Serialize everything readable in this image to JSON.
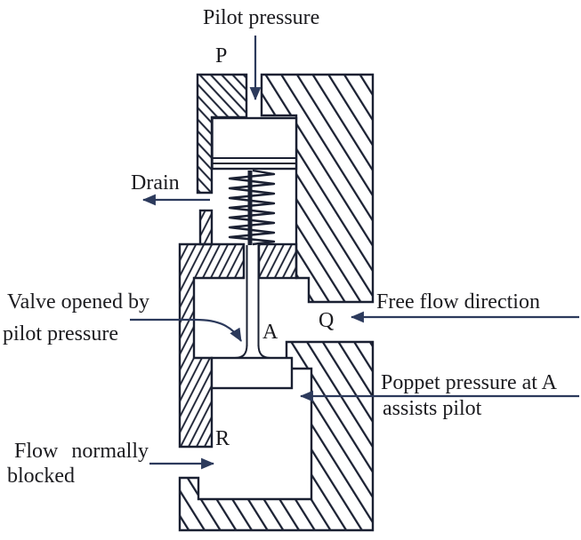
{
  "diagram": {
    "labels": {
      "pilot_pressure": "Pilot pressure",
      "port_p": "P",
      "drain": "Drain",
      "valve_opened_line1": "Valve opened by",
      "valve_opened_line2": "pilot pressure",
      "port_a": "A",
      "port_q": "Q",
      "free_flow": "Free flow direction",
      "poppet_pressure_line1": "Poppet pressure at A",
      "poppet_pressure_line2": "assists pilot",
      "port_r": "R",
      "flow_blocked_line1": "Flow normally",
      "flow_blocked_line2": "blocked"
    },
    "colors": {
      "ink": "#1a2032",
      "arrow": "#2c3a5c",
      "text": "#1b1b1f",
      "background": "#ffffff"
    }
  }
}
